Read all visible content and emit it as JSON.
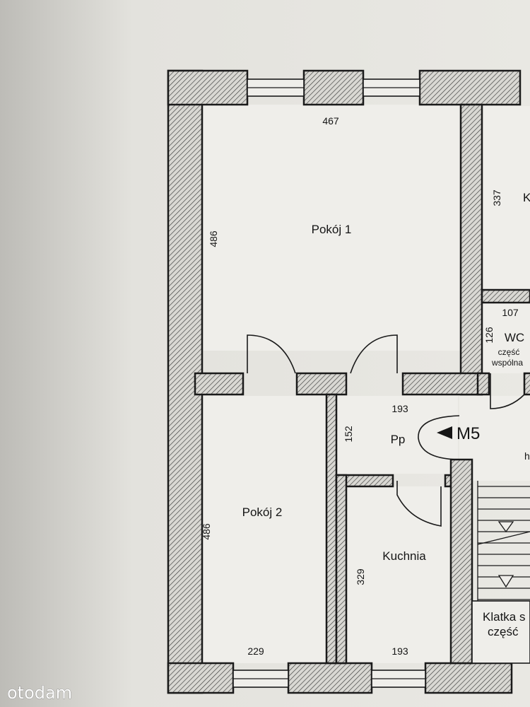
{
  "rooms": {
    "pokoj1": "Pokój 1",
    "pokoj2": "Pokój 2",
    "kuchnia": "Kuchnia",
    "pp": "Pp",
    "wc": "WC",
    "wc_note_1": "część",
    "wc_note_2": "wspólna",
    "k_partial": "K",
    "klatka_1": "Klatka s",
    "klatka_2": "część",
    "h_partial": "h"
  },
  "dimensions": {
    "pokoj1_width": "467",
    "pokoj1_height": "486",
    "pokoj2_height": "486",
    "pokoj2_width": "229",
    "pp_height": "152",
    "pp_width": "193",
    "kuchnia_height": "329",
    "kuchnia_width": "193",
    "k_height": "337",
    "wc_width": "107",
    "wc_height": "126"
  },
  "unit": {
    "label": "M5"
  },
  "watermark": "otodam"
}
